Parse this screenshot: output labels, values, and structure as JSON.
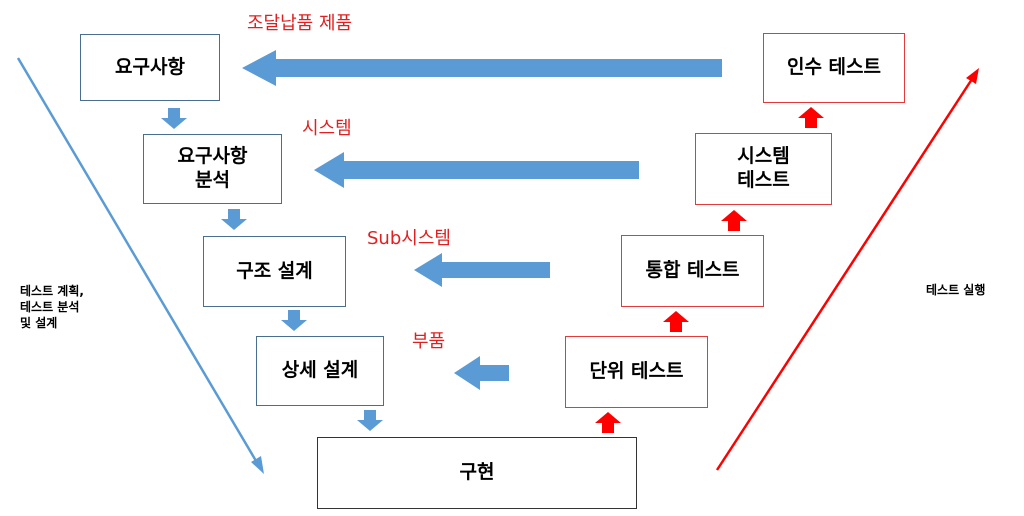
{
  "colors": {
    "blue": "#5b9bd5",
    "red": "#ff0000",
    "label_red": "#e02020",
    "left_border": "#4a6e8f",
    "right_border": "#e53a3a"
  },
  "left_boxes": {
    "requirements": "요구사항",
    "requirements_analysis_line1": "요구사항",
    "requirements_analysis_line2": "분석",
    "structure_design": "구조 설계",
    "detail_design": "상세 설계"
  },
  "right_boxes": {
    "acceptance_test": "인수 테스트",
    "system_test_line1": "시스템",
    "system_test_line2": "테스트",
    "integration_test": "통합 테스트",
    "unit_test": "단위 테스트"
  },
  "bottom_box": {
    "implementation": "구현"
  },
  "level_labels": {
    "procured_product": "조달납품 제품",
    "system": "시스템",
    "subsystem": "Sub시스템",
    "component": "부품"
  },
  "side_labels": {
    "left_line1": "테스트 계획,",
    "left_line2": "테스트 분석",
    "left_line3": "및 설계",
    "right": "테스트 실행"
  }
}
